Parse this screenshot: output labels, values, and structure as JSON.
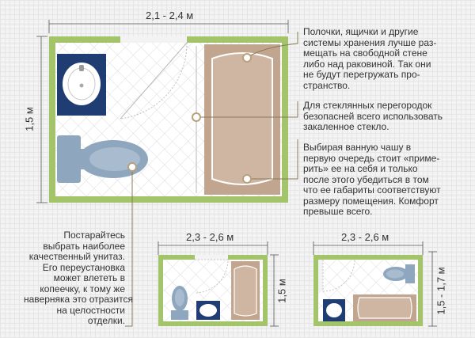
{
  "dimensions": {
    "main_width": "2,1 - 2,4 м",
    "main_height": "1,5 м",
    "small1_width": "2,3 - 2,6 м",
    "small1_height": "1,5 м",
    "small2_width": "2,3 - 2,6 м",
    "small2_height": "1,5 - 1,7 м"
  },
  "notes": {
    "storage": "Полочки, ящички и другие\nсистемы хранения лучше раз-\nмещать на свободной стене\nлибо над раковиной. Так они\nне будут перегружать про-\nстранство.",
    "glass": "Для стеклянных перегородок\nбезопасней всего использовать\nзакаленное стекло.",
    "bathtub": "Выбирая ванную чашу в\nпервую очередь стоит «приме-\nрить» ее на себя и только\nпосле этого убедиться в том\nчто ее габариты соответствуют\nразмеру помещения. Комфорт\nпревыше всего.",
    "toilet": "Постарайтесь\nвыбрать наиболее\nкачественный унитаз.\nЕго переустановка\nможет влететь в\nкопеечку, к тому же\nнаверняка это отразится\nна целостности\nотделки."
  },
  "colors": {
    "wall": "#a3c46a",
    "floor": "#ffffff",
    "tile_line": "#d9d9d9",
    "bathtub": "#c2a58e",
    "sink": "#1f3d73",
    "toilet": "#8fa6bf",
    "leader": "#8a7a5a"
  }
}
